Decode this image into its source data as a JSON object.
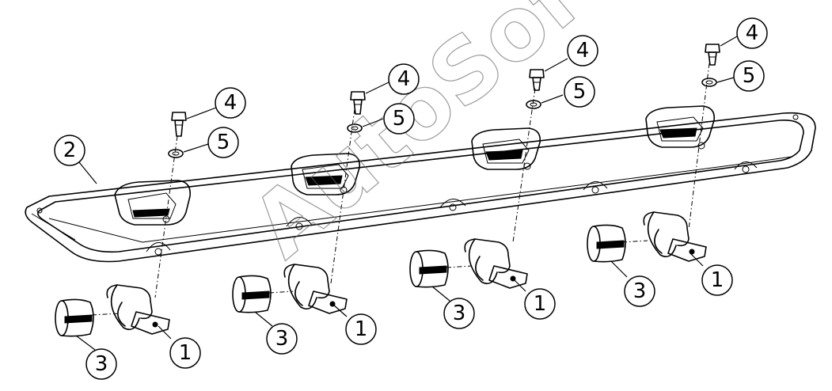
{
  "diagram": {
    "parts": [
      {
        "id": "base-plate",
        "callout": "2"
      },
      {
        "id": "clamp-1",
        "callout": "1"
      },
      {
        "id": "clamp-2",
        "callout": "1"
      },
      {
        "id": "clamp-3",
        "callout": "1"
      },
      {
        "id": "clamp-4",
        "callout": "1"
      },
      {
        "id": "bushing-1",
        "callout": "3"
      },
      {
        "id": "bushing-2",
        "callout": "3"
      },
      {
        "id": "bushing-3",
        "callout": "3"
      },
      {
        "id": "bushing-4",
        "callout": "3"
      },
      {
        "id": "bolt-1",
        "callout": "4"
      },
      {
        "id": "bolt-2",
        "callout": "4"
      },
      {
        "id": "bolt-3",
        "callout": "4"
      },
      {
        "id": "bolt-4",
        "callout": "4"
      },
      {
        "id": "washer-1",
        "callout": "5"
      },
      {
        "id": "washer-2",
        "callout": "5"
      },
      {
        "id": "washer-3",
        "callout": "5"
      },
      {
        "id": "washer-4",
        "callout": "5"
      }
    ]
  },
  "watermark": "AutoSoft",
  "colors": {
    "line": "#000000",
    "background": "#ffffff",
    "watermark": "#666666"
  }
}
